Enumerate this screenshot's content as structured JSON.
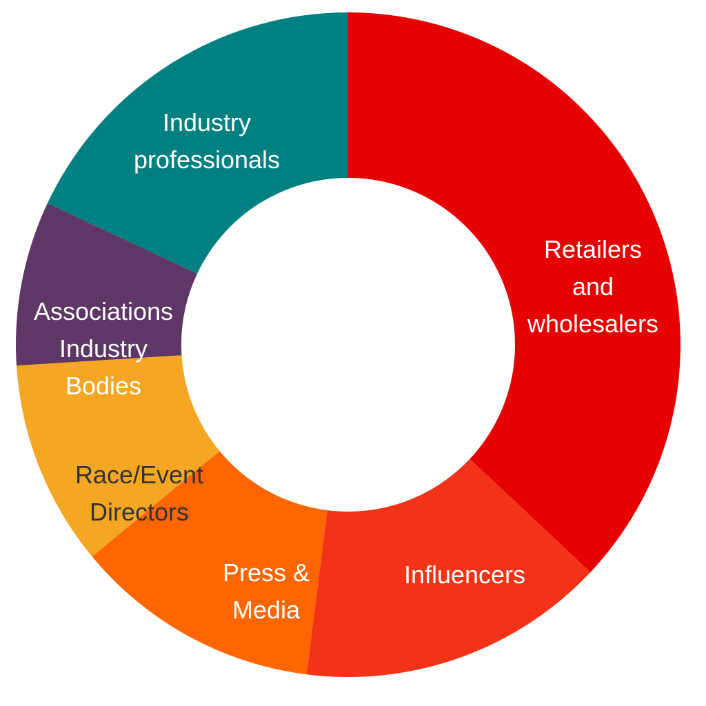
{
  "chart_data": {
    "type": "pie",
    "variant": "donut",
    "title": "",
    "legend": "none",
    "slices": [
      {
        "lines": [
          "Retailers",
          "and",
          "wholesalers"
        ],
        "value": 37,
        "color": "#e60000",
        "label_color": "#ffffff"
      },
      {
        "lines": [
          "Influencers"
        ],
        "value": 15,
        "color": "#f23318",
        "label_color": "#ffffff"
      },
      {
        "lines": [
          "Press &",
          "Media"
        ],
        "value": 12,
        "color": "#ff6600",
        "label_color": "#ffffff"
      },
      {
        "lines": [
          "Race/Event",
          "Directors"
        ],
        "value": 10,
        "color": "#f5a623",
        "label_color": "#333333"
      },
      {
        "lines": [
          "Associations",
          "Industry",
          "Bodies"
        ],
        "value": 8,
        "color": "#5e3766",
        "label_color": "#ffffff"
      },
      {
        "lines": [
          "Industry",
          "professionals"
        ],
        "value": 18,
        "color": "#008080",
        "label_color": "#ffffff"
      }
    ]
  }
}
